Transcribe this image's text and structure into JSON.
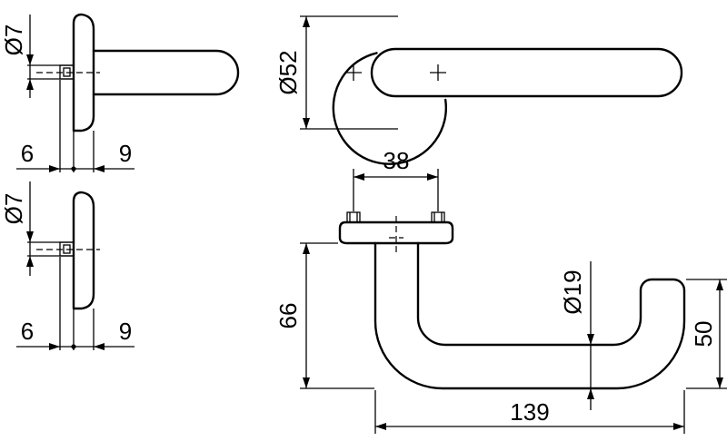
{
  "dimensions": {
    "top_shank_dia": "Ø7",
    "top_rose_left": "6",
    "top_rose_right": "9",
    "bottom_shank_dia": "Ø7",
    "bottom_rose_left": "6",
    "bottom_rose_right": "9",
    "rose_diameter": "Ø52",
    "fixing_distance": "38",
    "lever_height": "66",
    "lever_dia": "Ø19",
    "lever_length": "139",
    "lever_offset": "50"
  }
}
